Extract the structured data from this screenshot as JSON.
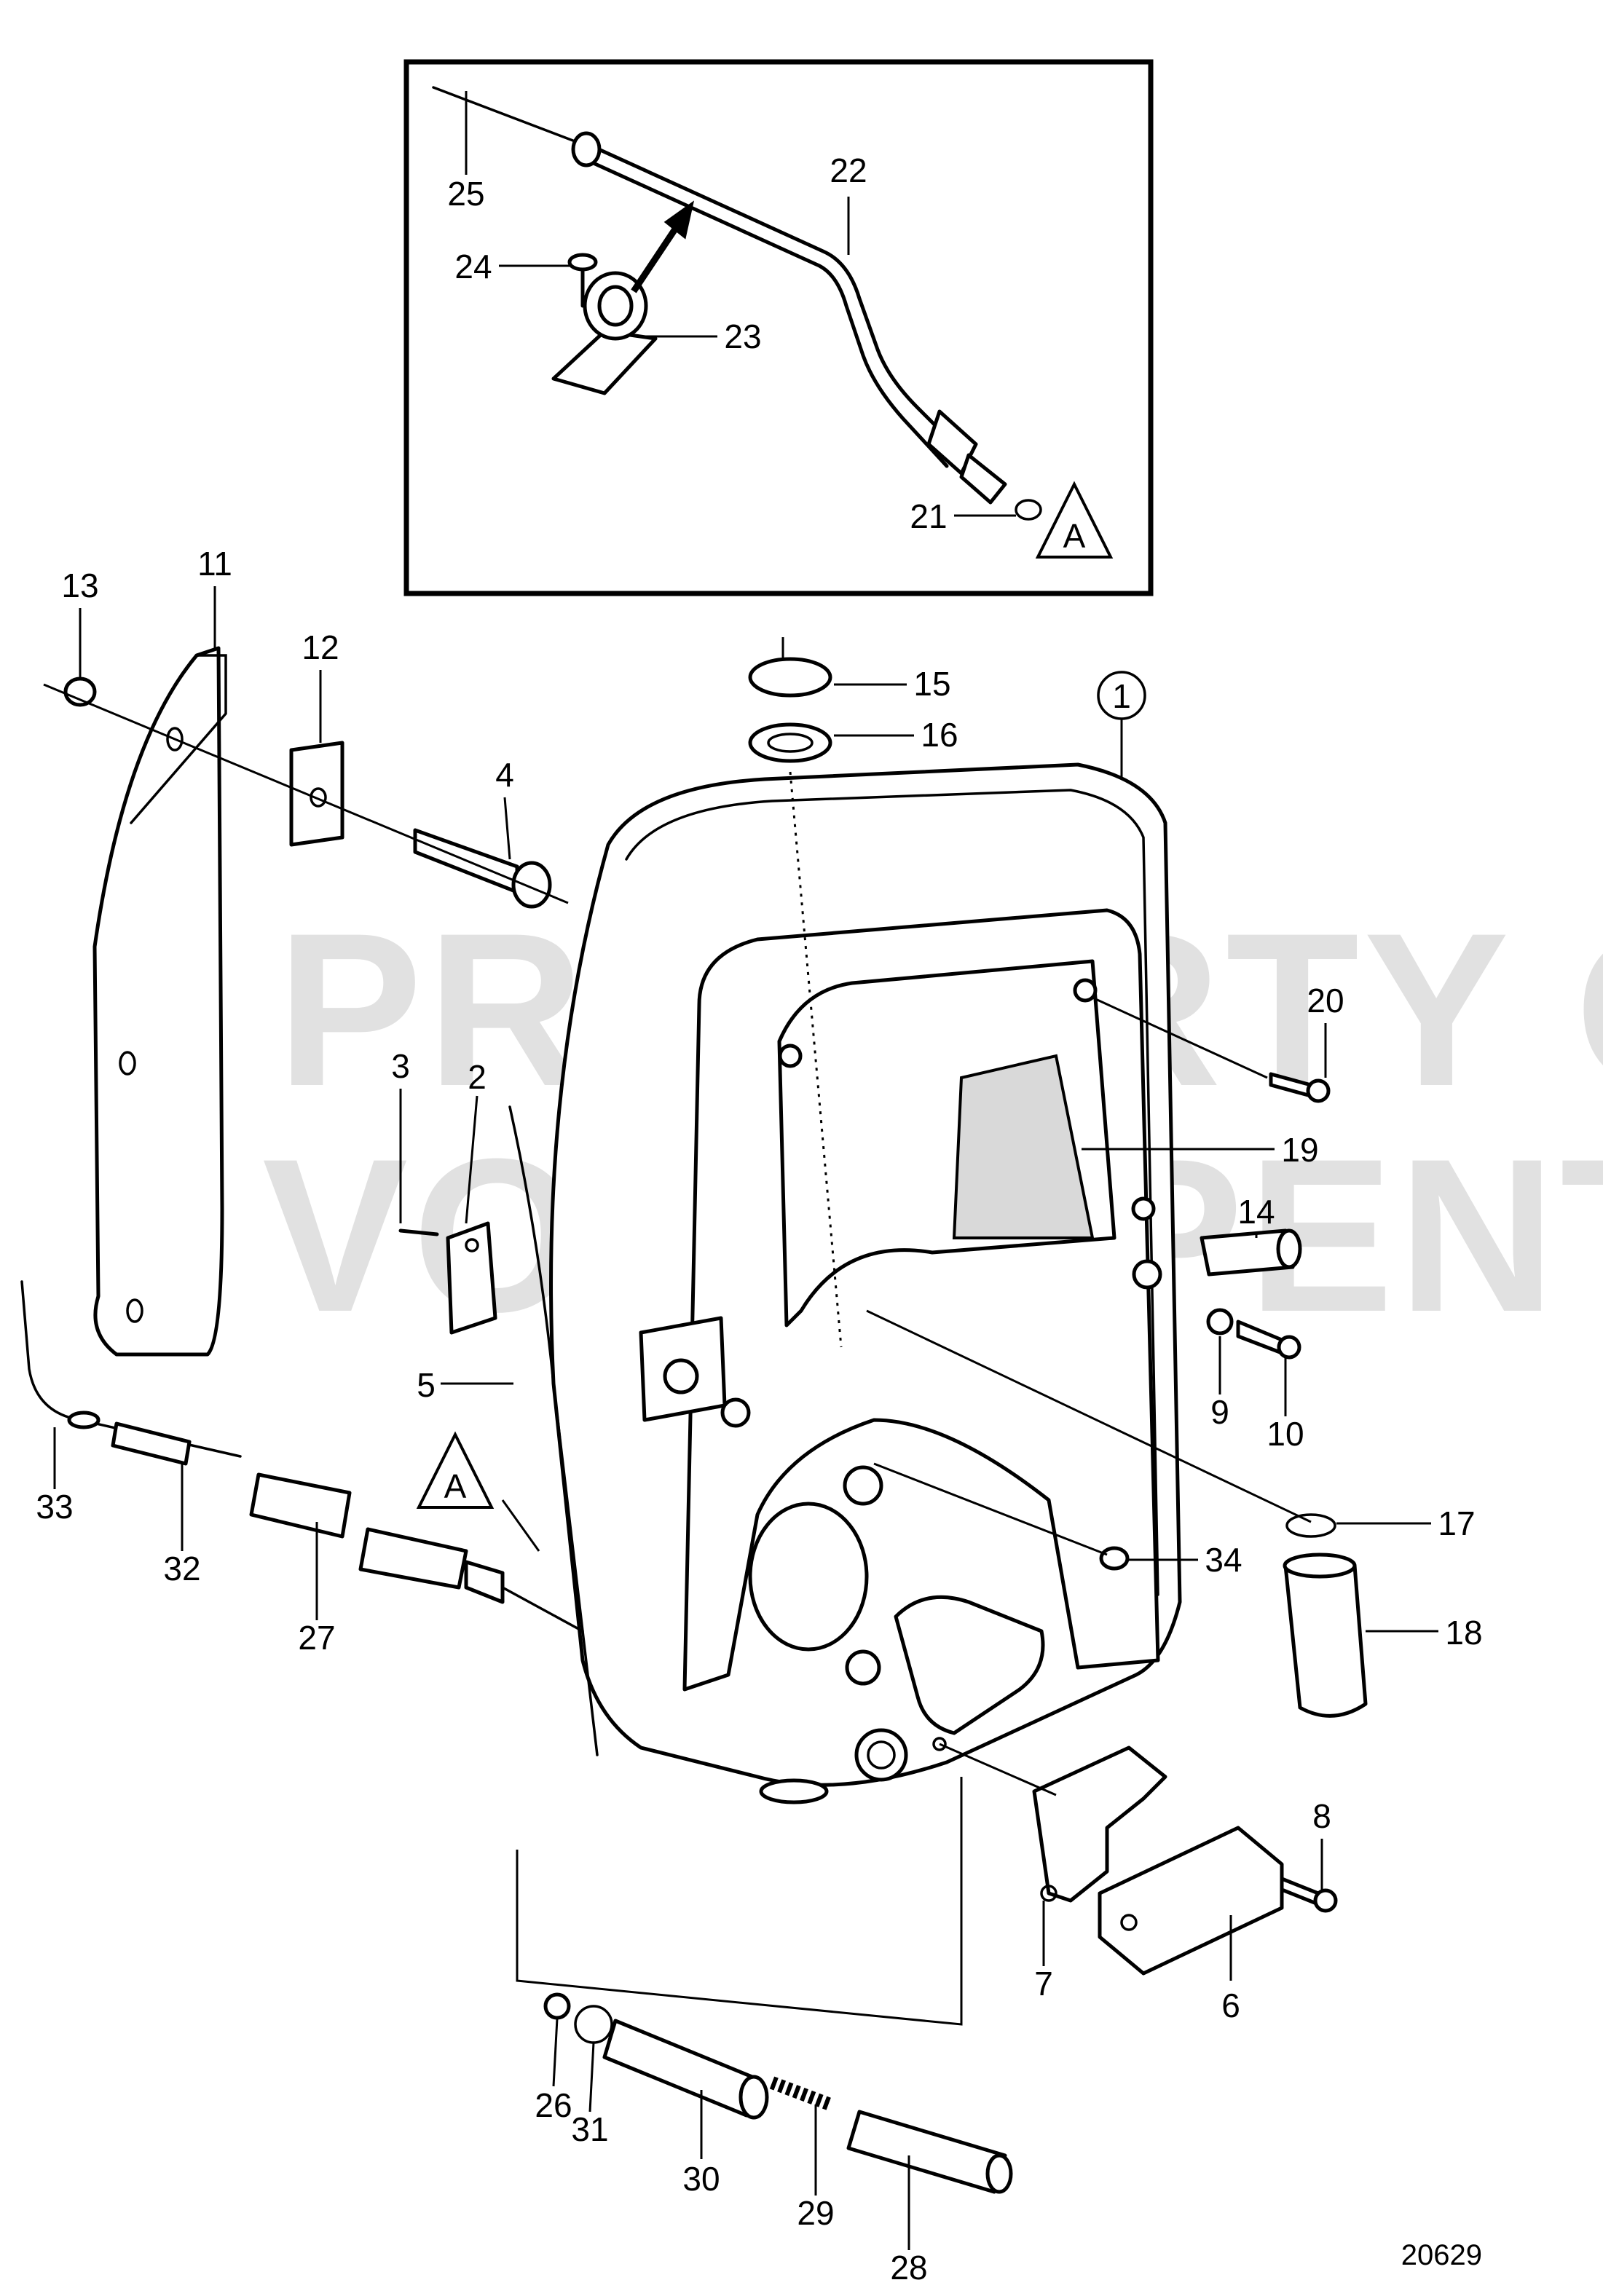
{
  "watermark": {
    "line1": "PROPERTY OF",
    "line2": "VOLVO PENTA"
  },
  "drawing_number": "20629",
  "callout_numbers": {
    "p1": "1",
    "p2": "2",
    "p3": "3",
    "p4": "4",
    "p5": "5",
    "p6": "6",
    "p7": "7",
    "p8": "8",
    "p9": "9",
    "p10": "10",
    "p11": "11",
    "p12": "12",
    "p13": "13",
    "p14": "14",
    "p15": "15",
    "p16": "16",
    "p17": "17",
    "p18": "18",
    "p19": "19",
    "p20": "20",
    "p21": "21",
    "p22": "22",
    "p23": "23",
    "p24": "24",
    "p25": "25",
    "p26": "26",
    "p27": "27",
    "p28": "28",
    "p29": "29",
    "p30": "30",
    "p31": "31",
    "p32": "32",
    "p33": "33",
    "p34": "34"
  },
  "reference_marks": {
    "inset": "A",
    "main": "A"
  }
}
